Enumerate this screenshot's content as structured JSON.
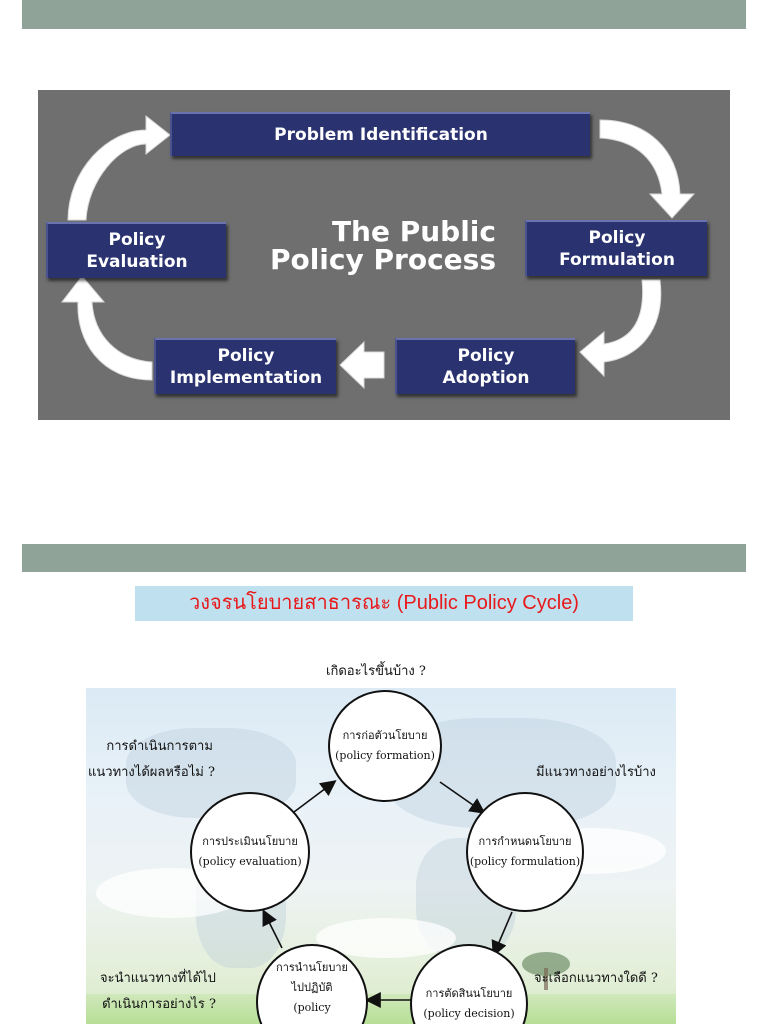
{
  "slide1": {
    "boxes": {
      "problem_identification": "Problem Identification",
      "policy_formulation": [
        "Policy",
        "Formulation"
      ],
      "policy_adoption": [
        "Policy",
        "Adoption"
      ],
      "policy_implementation": [
        "Policy",
        "Implementation"
      ],
      "policy_evaluation": [
        "Policy",
        "Evaluation"
      ]
    },
    "center_title": [
      "The Public",
      "Policy Process"
    ],
    "colors": {
      "box": "#2a3270",
      "background": "#6f6f6f",
      "arrow": "#ffffff"
    }
  },
  "slide2": {
    "title": "วงจรนโยบายสาธารณะ (Public Policy Cycle)",
    "nodes": {
      "formation": {
        "thai": "การก่อตัวนโยบาย",
        "english": "(policy formation)"
      },
      "formulation": {
        "thai": "การกำหนดนโยบาย",
        "english": "(policy formulation)"
      },
      "decision": {
        "thai": "การตัดสินนโยบาย",
        "english": "(policy decision)"
      },
      "implementation": {
        "thai": [
          "การนำนโยบาย",
          "ไปปฏิบัติ"
        ],
        "english": "(policy"
      },
      "evaluation": {
        "thai": "การประเมินนโยบาย",
        "english": "(policy evaluation)"
      }
    },
    "questions": {
      "top": "เกิดอะไรขึ้นบ้าง ?",
      "right_upper": "มีแนวทางอย่างไรบ้าง",
      "right_lower": "จะเลือกแนวทางใดดี ?",
      "left_upper": [
        "การดำเนินการตาม",
        "แนวทางได้ผลหรือไม่ ?"
      ],
      "left_lower": [
        "จะนำแนวทางที่ได้ไป",
        "ดำเนินการอย่างไร ?"
      ]
    },
    "colors": {
      "title_text": "#e8191b",
      "title_bg": "#bfe1ef",
      "header_bar": "#8fa398"
    }
  }
}
